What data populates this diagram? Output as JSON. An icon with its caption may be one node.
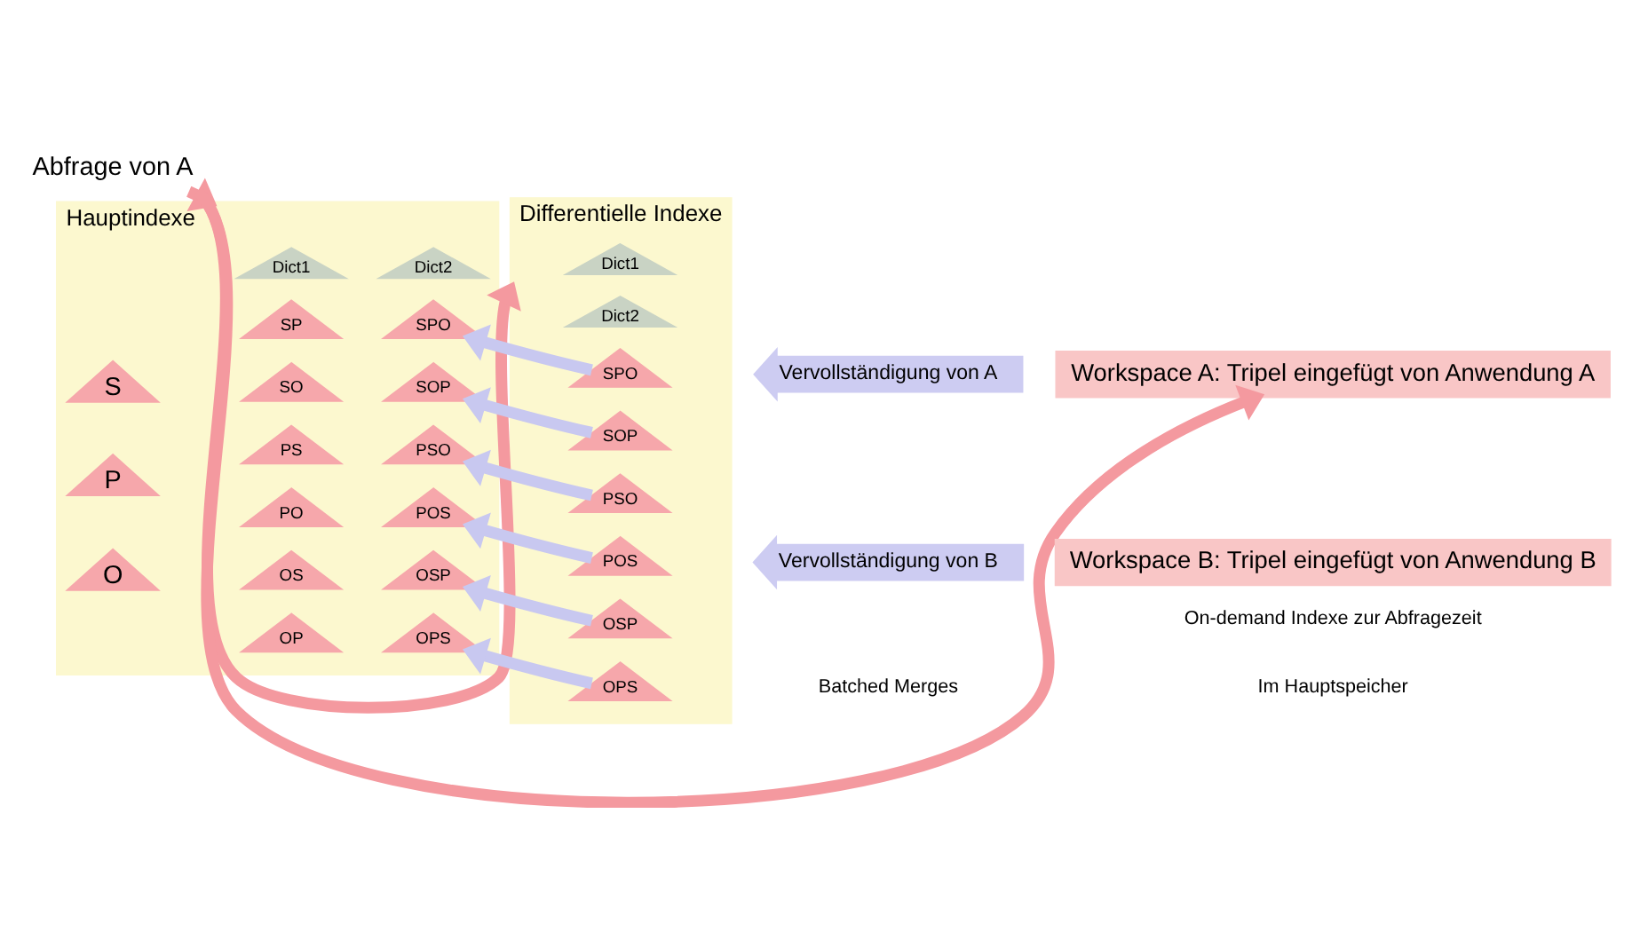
{
  "diagram": {
    "nodes": [
      {
        "text": [
          "Abfrage von A"
        ]
      },
      {
        "text": [
          "Hauptindexe"
        ]
      },
      {
        "text": [
          "Dict1"
        ],
        "in": 1
      },
      {
        "text": [
          "Dict2"
        ],
        "in": 1
      },
      {
        "text": [
          "S"
        ],
        "in": 1
      },
      {
        "text": [
          "SP"
        ],
        "in": 1
      },
      {
        "text": [
          "SPO"
        ],
        "in": 1
      },
      {
        "text": [
          "SO"
        ],
        "in": 1
      },
      {
        "text": [
          "SOP"
        ],
        "in": 1
      },
      {
        "text": [
          "P"
        ],
        "in": 1
      },
      {
        "text": [
          "PS"
        ],
        "in": 1
      },
      {
        "text": [
          "PSO"
        ],
        "in": 1
      },
      {
        "text": [
          "PO"
        ],
        "in": 1
      },
      {
        "text": [
          "POS"
        ],
        "in": 1
      },
      {
        "text": [
          "O"
        ],
        "in": 1
      },
      {
        "text": [
          "OS"
        ],
        "in": 1
      },
      {
        "text": [
          "OSP"
        ],
        "in": 1
      },
      {
        "text": [
          "OP"
        ],
        "in": 1
      },
      {
        "text": [
          "OPS"
        ],
        "in": 1
      },
      {
        "text": [
          "Differentielle Indexe"
        ]
      },
      {
        "text": [
          "Dict1"
        ],
        "in": 19
      },
      {
        "text": [
          "Dict2"
        ],
        "in": 19
      },
      {
        "text": [
          "SPO"
        ],
        "in": 19
      },
      {
        "text": [
          "SOP"
        ],
        "in": 19
      },
      {
        "text": [
          "PSO"
        ],
        "in": 19
      },
      {
        "text": [
          "POS"
        ],
        "in": 19
      },
      {
        "text": [
          "OSP"
        ],
        "in": 19
      },
      {
        "text": [
          "OPS"
        ],
        "in": 19
      },
      {
        "text": [
          "Vervollständigung von A"
        ]
      },
      {
        "text": [
          "Workspace A: Tripel eingefügt von Anwendung A"
        ]
      },
      {
        "text": [
          "Vervollständigung von B"
        ]
      },
      {
        "text": [
          "Workspace B: Tripel eingefügt von Anwendung B"
        ]
      }
    ],
    "edges": [
      {
        "from": 0,
        "to": 1,
        "arrow": "to",
        "color": "#f4999f"
      },
      {
        "from": 0,
        "to": 19,
        "arrow": "to",
        "color": "#f4999f"
      },
      {
        "from": 0,
        "to": 29,
        "arrow": "to",
        "color": "#f4999f"
      },
      {
        "from": 22,
        "to": 6,
        "arrow": "to"
      },
      {
        "from": 23,
        "to": 8,
        "arrow": "to"
      },
      {
        "from": 24,
        "to": 11,
        "arrow": "to"
      },
      {
        "from": 25,
        "to": 13,
        "arrow": "to"
      },
      {
        "from": 26,
        "to": 16,
        "arrow": "to"
      },
      {
        "from": 27,
        "to": 18,
        "arrow": "to"
      }
    ],
    "labels": [
      "Batched Merges",
      "On-demand Indexe zur Abfragezeit",
      "Im Hauptspeicher"
    ]
  }
}
